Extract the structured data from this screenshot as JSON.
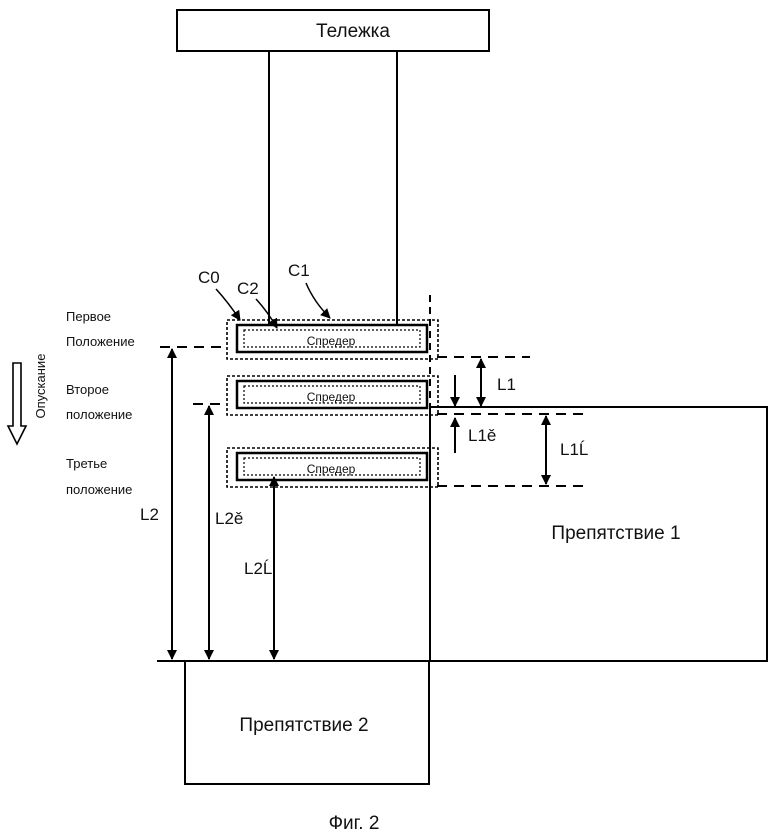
{
  "trolley": {
    "label": "Тележка"
  },
  "direction": {
    "label": "Опускание"
  },
  "positions": {
    "first": {
      "line1": "Первое",
      "line2": "Положение"
    },
    "second": {
      "line1": "Второе",
      "line2": "положение"
    },
    "third": {
      "line1": "Третье",
      "line2": "положение"
    }
  },
  "spreader": {
    "label": "Спредер"
  },
  "contours": {
    "c0": "C0",
    "c1": "C1",
    "c2": "C2"
  },
  "dimensions": {
    "l1": "L1",
    "l1_prime": "L1ě",
    "l1_double": "L1Ĺ",
    "l2": "L2",
    "l2_prime": "L2ě",
    "l2_double": "L2Ĺ"
  },
  "obstacles": {
    "one": "Препятствие 1",
    "two": "Препятствие 2"
  },
  "caption": "Фиг. 2"
}
